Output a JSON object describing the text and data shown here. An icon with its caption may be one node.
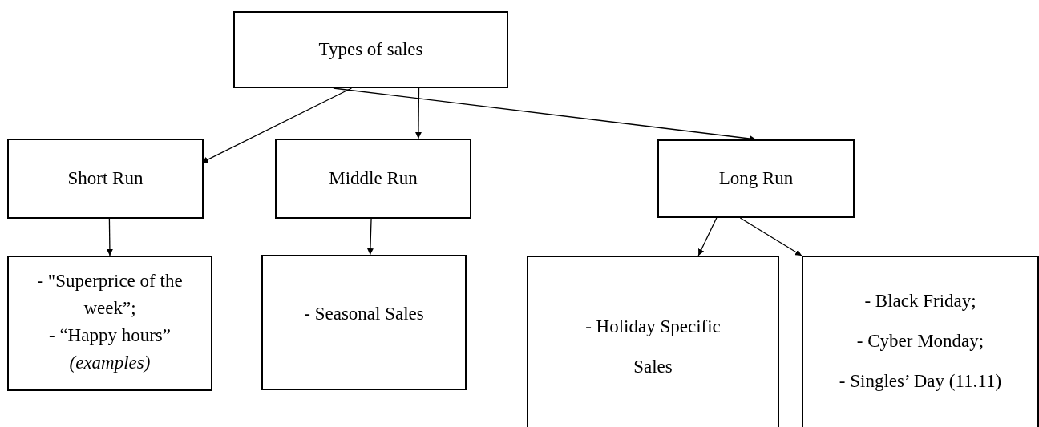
{
  "diagram": {
    "nodes": [
      {
        "text": [
          "Types of sales"
        ]
      },
      {
        "text": [
          "Short Run"
        ]
      },
      {
        "text": [
          "Middle Run"
        ]
      },
      {
        "text": [
          "Long Run"
        ]
      },
      {
        "text": [
          "- \"Superprice of the week”;",
          "- “Happy hours”",
          "(examples)"
        ]
      },
      {
        "text": [
          "- Seasonal Sales"
        ]
      },
      {
        "text": [
          "- Holiday Specific Sales"
        ]
      },
      {
        "text": [
          "- Black Friday;",
          "- Cyber Monday;",
          "- Singles’ Day (11.11)"
        ]
      }
    ],
    "edges": [
      {
        "from": 0,
        "to": 1,
        "arrow": "to"
      },
      {
        "from": 0,
        "to": 2,
        "arrow": "to"
      },
      {
        "from": 0,
        "to": 3,
        "arrow": "to"
      },
      {
        "from": 1,
        "to": 4,
        "arrow": "to"
      },
      {
        "from": 2,
        "to": 5,
        "arrow": "to"
      },
      {
        "from": 3,
        "to": 6,
        "arrow": "to"
      },
      {
        "from": 3,
        "to": 7,
        "arrow": "to"
      }
    ]
  }
}
